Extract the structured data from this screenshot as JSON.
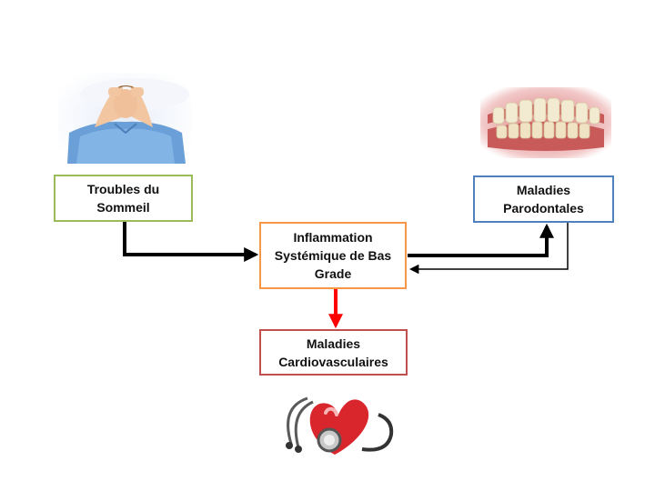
{
  "nodes": {
    "sleep": "Troubles du Sommeil",
    "inflammation": "Inflammation Systémique de Bas Grade",
    "periodontal": "Maladies Parodontales",
    "cardio": "Maladies Cardiovasculaires"
  },
  "images": {
    "sleep": "person-in-bed-image",
    "teeth": "teeth-gums-image",
    "heart": "heart-stethoscope-image"
  },
  "colors": {
    "sleep_border": "#9bbb59",
    "inflammation_border": "#f79646",
    "periodontal_border": "#4f81bd",
    "cardio_border": "#c0504d",
    "cardio_arrow": "#ff0000"
  }
}
